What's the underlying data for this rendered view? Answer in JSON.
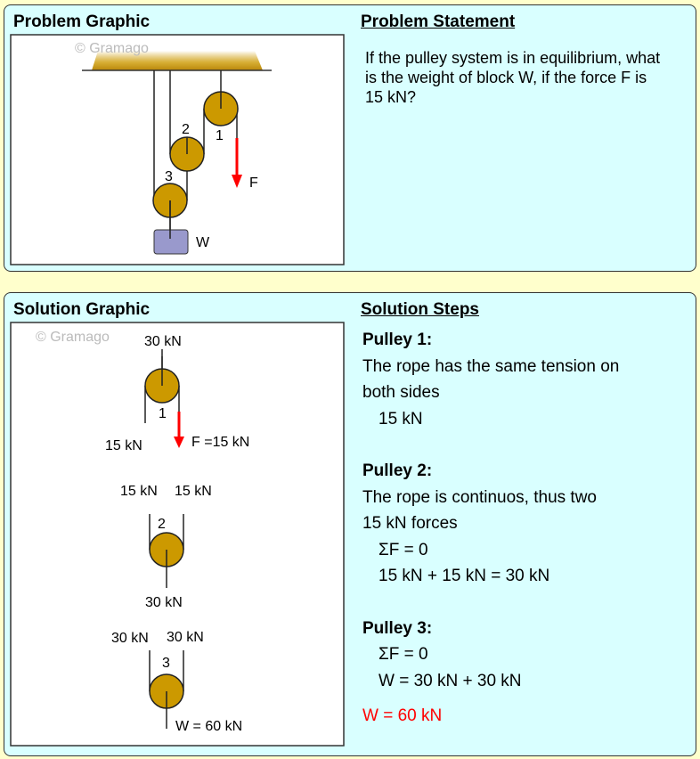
{
  "problem": {
    "title": "Problem Graphic",
    "statement_title": "Problem Statement",
    "statement": "If the pulley system is in equilibrium, what is the weight of block W, if the force F is 15 kN?",
    "watermark": "© Gramago",
    "labels": {
      "p1": "1",
      "p2": "2",
      "p3": "3",
      "force": "F",
      "weight": "W"
    }
  },
  "solution": {
    "title": "Solution Graphic",
    "steps_title": "Solution Steps",
    "watermark": "© Gramago",
    "labels": {
      "top": "30 kN",
      "p1": "1",
      "p1_left": "15 kN",
      "force": "F =15 kN",
      "p2_left": "15 kN",
      "p2_right": "15 kN",
      "p2": "2",
      "p2_bottom": "30 kN",
      "p3_left": "30 kN",
      "p3_right": "30 kN",
      "p3": "3",
      "weight": "W = 60 kN"
    },
    "steps": [
      {
        "heading": "Pulley 1:",
        "text": [
          "The rope has the same tension on",
          "both sides"
        ],
        "eqs": [
          "15 kN"
        ]
      },
      {
        "heading": "Pulley 2:",
        "text": [
          "The rope is continuos, thus two",
          "15 kN forces"
        ],
        "eqs": [
          "ΣF = 0",
          "15 kN + 15 kN = 30 kN"
        ]
      },
      {
        "heading": "Pulley 3:",
        "text": [],
        "eqs": [
          "ΣF = 0",
          "W = 30 kN + 30 kN"
        ]
      }
    ],
    "answer": "W = 60 kN"
  },
  "colors": {
    "pulley": "#CC9900",
    "force": "#FF0000",
    "block": "#9999CC",
    "panel": "#D9FFFF",
    "page": "#FFFFCC"
  }
}
